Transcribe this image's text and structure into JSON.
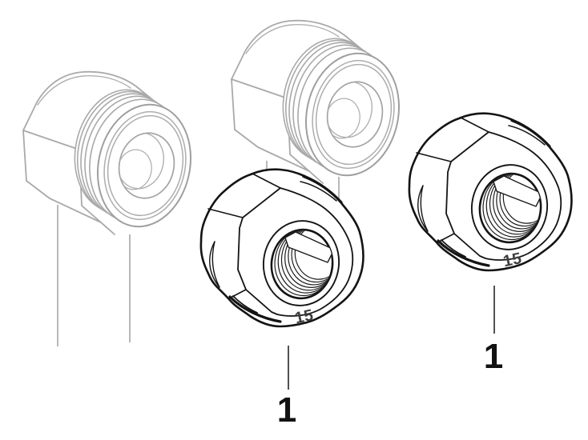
{
  "drawing": {
    "title": "pipe-fitting-spare-part-diagram",
    "background_color": "#ffffff",
    "context_line_color": "#a9a9a9",
    "part_line_color": "#141414",
    "callouts": [
      {
        "id": "center-nut",
        "label": "1"
      },
      {
        "id": "right-nut",
        "label": "1"
      }
    ],
    "stamps": [
      {
        "id": "center-nut-size",
        "text": "15"
      },
      {
        "id": "right-nut-size",
        "text": "15"
      }
    ]
  }
}
